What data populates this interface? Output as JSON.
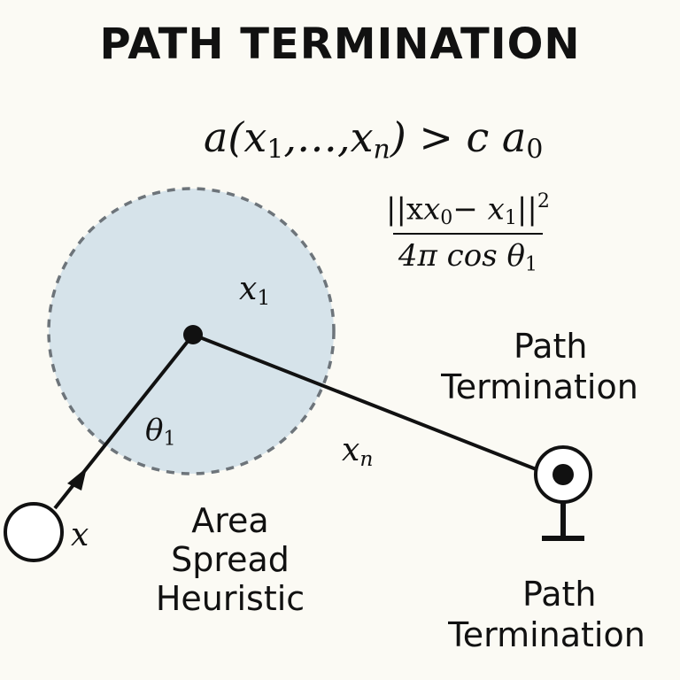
{
  "title": "PATH TERMINATION",
  "formula": {
    "lhs": "a(x",
    "lhs_sub": "1",
    "ellipsis": ",…,x",
    "lhs_sub_n": "n",
    "rhs": ") > c a",
    "rhs_sub": "0"
  },
  "fraction": {
    "num_open": "||x",
    "num_sub0": "0",
    "num_mid": "− x",
    "num_sub1": "1",
    "num_close": "||",
    "num_sup": "2",
    "den_main": "4π cos θ",
    "den_sub": "1"
  },
  "points": {
    "x1_base": "x",
    "x1_sub": "1",
    "xn_base": "x",
    "xn_sub": "n",
    "theta_base": "θ",
    "theta_sub": "1",
    "x_label": "x"
  },
  "labels": {
    "area_spread_line1": "Area",
    "area_spread_line2": "Spread",
    "area_spread_line3": "Heuristic",
    "path_term_right_line1": "Path",
    "path_term_right_line2": "Termination",
    "path_term_bottom_line1": "Path",
    "path_term_bottom_line2": "Termination"
  },
  "colors": {
    "area_fill": "#d6e3ea",
    "area_stroke": "#6d747a",
    "ink": "#111111",
    "background": "#fbfaf4"
  }
}
